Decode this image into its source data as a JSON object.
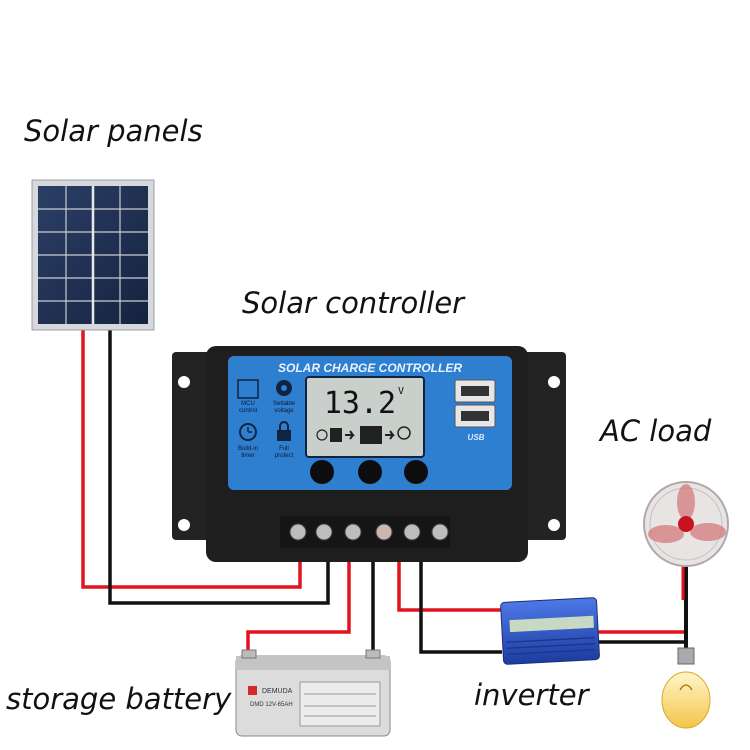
{
  "labels": {
    "solar_panels": "Solar panels",
    "solar_controller": "Solar controller",
    "ac_load": "AC load",
    "storage_battery": "storage battery",
    "inverter": "inverter"
  },
  "controller": {
    "header": "SOLAR CHARGE CONTROLLER",
    "lcd_value": "13.2",
    "lcd_unit": "V",
    "features": [
      {
        "line1": "MCU",
        "line2": "control",
        "icon": "chip-icon"
      },
      {
        "line1": "Settable",
        "line2": "voltage",
        "icon": "gear-icon"
      },
      {
        "line1": "Build-in",
        "line2": "timer",
        "icon": "clock-icon"
      },
      {
        "line1": "Full",
        "line2": "protect",
        "icon": "lock-icon"
      }
    ],
    "usb_label": "USB"
  },
  "battery": {
    "brand": "DEMUDA",
    "model": "DMD 12V-65AH"
  },
  "colors": {
    "positive_wire": "#e0141e",
    "negative_wire": "#111111",
    "controller_face": "#2f7fd0",
    "controller_body": "#1e1e1e",
    "inverter_body": "#2a54c4"
  }
}
